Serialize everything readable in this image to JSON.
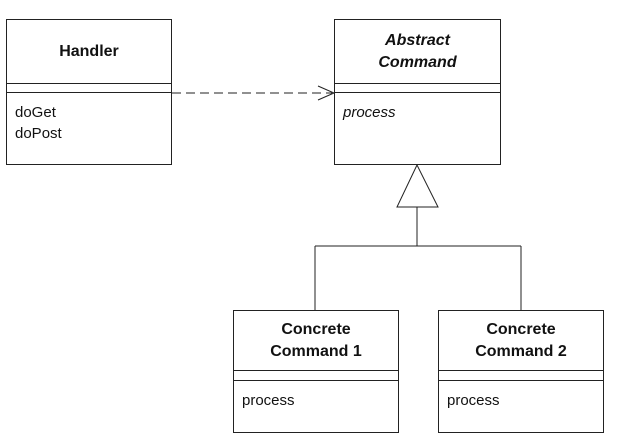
{
  "classes": {
    "handler": {
      "name_lines": [
        "Handler"
      ],
      "operations": [
        "doGet",
        "doPost"
      ]
    },
    "abstract_command": {
      "name_lines": [
        "Abstract",
        "Command"
      ],
      "operations": [
        "process"
      ]
    },
    "concrete_command_1": {
      "name_lines": [
        "Concrete",
        "Command 1"
      ],
      "operations": [
        "process"
      ]
    },
    "concrete_command_2": {
      "name_lines": [
        "Concrete",
        "Command 2"
      ],
      "operations": [
        "process"
      ]
    }
  },
  "relationships": [
    {
      "type": "dependency",
      "from": "handler",
      "to": "abstract_command"
    },
    {
      "type": "generalization",
      "from": "concrete_command_1",
      "to": "abstract_command"
    },
    {
      "type": "generalization",
      "from": "concrete_command_2",
      "to": "abstract_command"
    }
  ],
  "colors": {
    "line": "#222222",
    "background": "#ffffff",
    "text": "#111111"
  }
}
